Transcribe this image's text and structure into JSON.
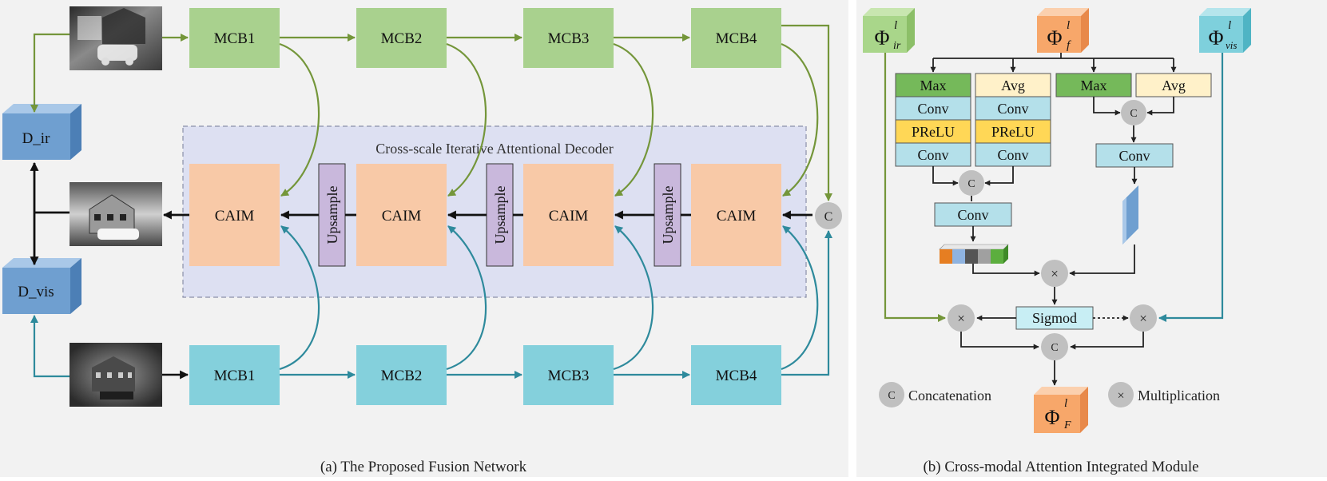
{
  "panel_a": {
    "caption": "(a) The Proposed Fusion Network",
    "decoder_title": "Cross-scale Iterative Attentional Decoder",
    "ir_encoder": [
      "MCB1",
      "MCB2",
      "MCB3",
      "MCB4"
    ],
    "vis_encoder": [
      "MCB1",
      "MCB2",
      "MCB3",
      "MCB4"
    ],
    "decoder_blocks": [
      "CAIM",
      "CAIM",
      "CAIM",
      "CAIM"
    ],
    "upsample_label": "Upsample",
    "discriminators": [
      "D_ir",
      "D_vis"
    ],
    "concat_symbol": "C"
  },
  "panel_b": {
    "caption": "(b) Cross-modal Attention Integrated Module",
    "phi_base": "Φ",
    "phi_ir_sup": "l",
    "phi_ir_sub": "ir",
    "phi_f_sup": "l",
    "phi_f_sub": "f",
    "phi_vis_sup": "l",
    "phi_vis_sub": "vis",
    "phi_out_sup": "l",
    "phi_out_sub": "F",
    "max_label": "Max",
    "avg_label": "Avg",
    "conv_label": "Conv",
    "prelu_label": "PReLU",
    "sigmoid_label": "Sigmod",
    "concat_symbol": "C",
    "mult_symbol": "×",
    "legend_concat": "Concatenation",
    "legend_mult": "Multiplication"
  },
  "colors": {
    "green_block": "#a9d18e",
    "cyan_block": "#84d0dc",
    "caim_block": "#f8c9a7",
    "upsample_block": "#c9b8dc",
    "decoder_bg": "#dde0f2",
    "panel_bg": "#f2f2f2",
    "green_arrow": "#74963a",
    "teal_arrow": "#2e8a9c",
    "blue_cube": "#6f9fd0",
    "max_green": "#75b95a",
    "avg_yellow": "#fff1c9",
    "conv_blue": "#b4e0ea",
    "prelu_yellow": "#ffd756",
    "orange_phi": "#f7a76a",
    "green_phi": "#a9d68a",
    "cyan_phi": "#7ed0dc",
    "circle_grey": "#c0c0c0"
  }
}
